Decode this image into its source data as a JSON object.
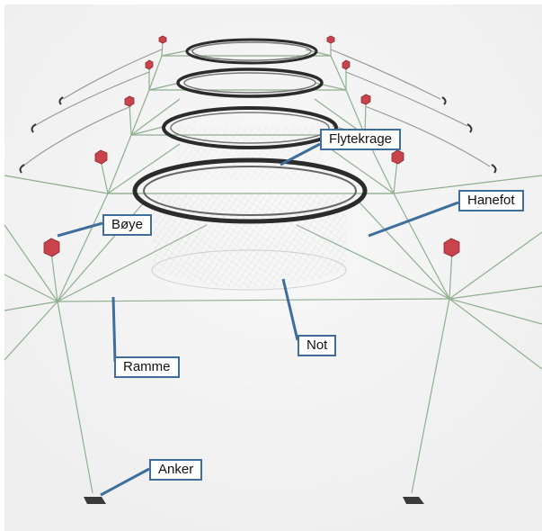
{
  "labels": {
    "flytekrage": "Flytekrage",
    "hanefot": "Hanefot",
    "boye": "Bøye",
    "not": "Not",
    "ramme": "Ramme",
    "anker": "Anker"
  },
  "colors": {
    "background": "#f7f7f7",
    "callout_line": "#3d6e9c",
    "mooring_line": "#7a9a7a",
    "buoy": "#c9434b",
    "ring": "#2b2b2b"
  }
}
